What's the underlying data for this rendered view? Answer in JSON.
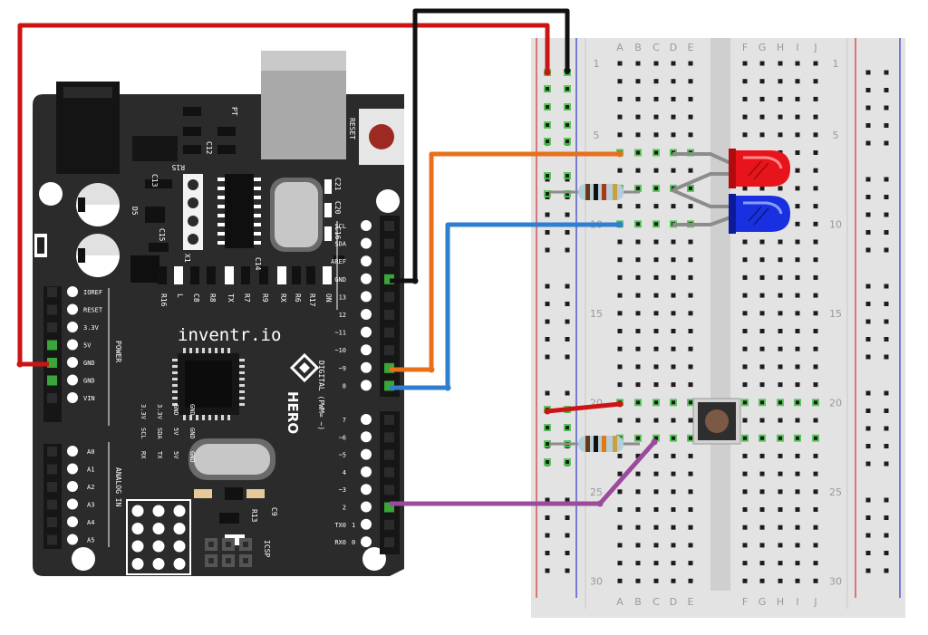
{
  "board": {
    "brand": "inventr.io",
    "logo_text": "HERO",
    "power_header_label": "POWER",
    "analog_header_label": "ANALOG IN",
    "digital_header_label": "DIGITAL (PWM= ~)",
    "reset_label": "RESET",
    "icsp_label": "ICSP",
    "power_pins": [
      "IOREF",
      "RESET",
      "3.3V",
      "5V",
      "GND",
      "GND",
      "VIN"
    ],
    "analog_pins": [
      "A0",
      "A1",
      "A2",
      "A3",
      "A4",
      "A5"
    ],
    "digital_upper": [
      "SCL",
      "SDA",
      "AREF",
      "GND",
      "13",
      "12",
      "~11",
      "~10",
      "~9",
      "8"
    ],
    "digital_lower": [
      "7",
      "~6",
      "~5",
      "4",
      "~3",
      "2",
      "TX0",
      "RX0"
    ],
    "digital_lower_nums": [
      "",
      "",
      "",
      "",
      "",
      "",
      "1",
      "0"
    ],
    "led_labels": [
      "L",
      "TX",
      "RX",
      "ON"
    ],
    "component_labels": {
      "c13": "C13",
      "c15": "C15",
      "c12": "C12",
      "r15": "R15",
      "pt": "PT",
      "d5": "D5",
      "x1": "X1",
      "c21": "C21",
      "c20": "C20",
      "c16": "C16",
      "c14": "C14",
      "r16": "R16",
      "c8": "C8",
      "r8": "R8",
      "r7": "R7",
      "r9": "R9",
      "r6": "R6",
      "r17": "R17",
      "r13": "R13",
      "c9": "C9"
    },
    "bottom_pin_text": [
      [
        "3.3V",
        "SCL",
        "RX"
      ],
      [
        "3.3V",
        "SDA",
        "TX"
      ],
      [
        "GND",
        "5V",
        "5V"
      ],
      [
        "GND",
        "GND",
        "GND"
      ]
    ]
  },
  "breadboard": {
    "columns_left": [
      "A",
      "B",
      "C",
      "D",
      "E"
    ],
    "columns_right": [
      "F",
      "G",
      "H",
      "I",
      "J"
    ],
    "row_markers": [
      "1",
      "5",
      "10",
      "15",
      "20",
      "25",
      "30"
    ],
    "rows": 30
  },
  "components": {
    "led_red_color": "#e8141c",
    "led_blue_color": "#1830e0",
    "wire_colors": {
      "red": "#cc1414",
      "black": "#111111",
      "orange": "#e8701a",
      "blue": "#2f7fd0",
      "purple": "#9c4a9c"
    },
    "board_color": "#2b2b2b",
    "breadboard_color": "#e3e3e3"
  }
}
